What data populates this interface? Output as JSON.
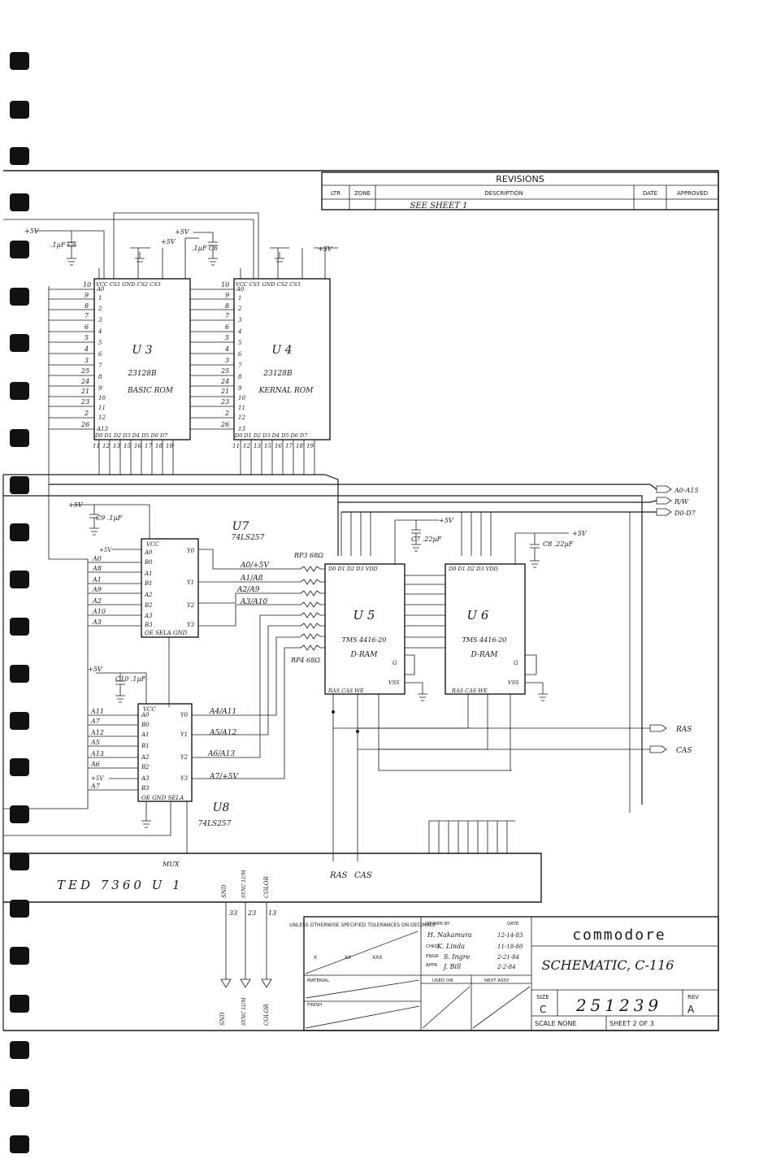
{
  "revisions": {
    "heading": "REVISIONS",
    "columns": [
      "LTR",
      "ZONE",
      "DESCRIPTION",
      "DATE",
      "APPROVED"
    ],
    "rows": [
      {
        "description": "SEE SHEET 1"
      }
    ]
  },
  "power": {
    "vcc": "+5V"
  },
  "capacitors": {
    "c5": ".1µF  C5",
    "c6": ".1µF  C6",
    "c9": "C9  .1µF",
    "c10": "C10  .1µF",
    "c7": "C7  .22µF",
    "c8": "C8  .22µF"
  },
  "chips": {
    "u3": {
      "ref": "U 3",
      "part": "23128B",
      "name": "BASIC ROM",
      "top_pins": "VCC CS1 GND CS2 CS3",
      "left_pins": [
        "A0",
        "1",
        "2",
        "3",
        "4",
        "5",
        "6",
        "7",
        "8",
        "9",
        "10",
        "11",
        "12",
        "A13"
      ],
      "bottom_pins": "D0 D1 D2 D3 D4 D5 D6 D7",
      "left_nums": [
        "10",
        "9",
        "8",
        "7",
        "6",
        "5",
        "4",
        "3",
        "25",
        "24",
        "21",
        "23",
        "2",
        "26"
      ],
      "bottom_nums": [
        "11",
        "12",
        "13",
        "15",
        "16",
        "17",
        "18",
        "19"
      ]
    },
    "u4": {
      "ref": "U 4",
      "part": "23128B",
      "name": "KERNAL ROM",
      "top_pins": "VCC CS1 GND CS2 CS3",
      "left_pins": [
        "A0",
        "1",
        "2",
        "3",
        "4",
        "5",
        "6",
        "7",
        "8",
        "9",
        "10",
        "11",
        "12",
        "13"
      ],
      "bottom_pins": "D0 D1 D2 D3 D4 D5 D6 D7",
      "left_nums": [
        "10",
        "9",
        "8",
        "7",
        "6",
        "5",
        "4",
        "3",
        "25",
        "24",
        "21",
        "23",
        "2",
        "26"
      ],
      "bottom_nums": [
        "11",
        "12",
        "13",
        "15",
        "16",
        "17",
        "18",
        "19"
      ]
    },
    "u7": {
      "ref": "U7",
      "part": "74LS257",
      "pins": [
        "VCC",
        "A0",
        "B0",
        "A1",
        "B1",
        "A2",
        "B2",
        "A3",
        "B3"
      ],
      "in_labels": [
        "A0",
        "A8",
        "A1",
        "A9",
        "A2",
        "A10",
        "A3"
      ],
      "out_pins": [
        "Y0",
        "Y1",
        "Y2",
        "Y3"
      ],
      "bottom_pins": "OE SELA GND"
    },
    "u8": {
      "ref": "U8",
      "part": "74LS257",
      "pins": [
        "VCC",
        "A0",
        "B0",
        "A1",
        "B1",
        "A2",
        "B2",
        "A3",
        "B3"
      ],
      "in_labels": [
        "A11",
        "A7",
        "A12",
        "A5",
        "A13",
        "A6",
        "A7"
      ],
      "out_pins": [
        "Y0",
        "Y1",
        "Y2",
        "Y3"
      ],
      "bottom_pins": "OE GND SELA"
    },
    "u5": {
      "ref": "U 5",
      "part": "TMS 4416-20",
      "name": "D-RAM",
      "top_pins": "D0 D1 D2 D3   VDD",
      "bottom_pins": "RAS  CAS  WE",
      "vss": "VSS",
      "g": "G"
    },
    "u6": {
      "ref": "U 6",
      "part": "TMS 4416-20",
      "name": "D-RAM",
      "top_pins": "D0 D1 D2 D3   VDD",
      "bottom_pins": "RAS  CAS  WE",
      "vss": "VSS",
      "g": "G"
    },
    "u1": {
      "ref": "TED  7360  U 1",
      "mux": "MUX"
    }
  },
  "mux_nets": {
    "u7": [
      "A0/+5V",
      "A1/A8",
      "A2/A9",
      "A3/A10"
    ],
    "u8": [
      "A4/A11",
      "A5/A12",
      "A6/A13",
      "A7/+5V"
    ]
  },
  "resistor_packs": {
    "rp3": "RP3  68Ω",
    "rp4": "RP4  68Ω"
  },
  "bus_outputs": [
    "A0-A15",
    "R/W",
    "D0-D7"
  ],
  "strobes": [
    "RAS",
    "CAS"
  ],
  "ted_signals": [
    "SND",
    "SYNC LUM",
    "COLOR"
  ],
  "ted_pins": [
    "33",
    "23",
    "13"
  ],
  "title_block": {
    "tolerance": "UNLESS OTHERWISE SPECIFIED TOLERANCES ON DECIMALS",
    "tol_cols": [
      "X",
      "XX",
      "XXX"
    ],
    "material": "MATERIAL",
    "finish": "FINISH",
    "drawn_by": "DRAWN BY",
    "checked": "CHKD",
    "engr": "ENGR",
    "appr": "APPR",
    "date": "DATE",
    "names": [
      "H. Nakamura",
      "K. Linda",
      "S. Ingre",
      "J. Bill"
    ],
    "dates": [
      "12-14-83",
      "11-18-80",
      "2-21-84",
      "2-2-84"
    ],
    "used_on": "USED ON",
    "next_assy": "NEXT ASSY",
    "company": "commodore",
    "title": "SCHEMATIC, C-116",
    "size_label": "SIZE",
    "size": "C",
    "drawing_no": "251239",
    "rev_label": "REV",
    "rev": "A",
    "scale": "SCALE NONE",
    "sheet": "SHEET 2 OF 3"
  }
}
